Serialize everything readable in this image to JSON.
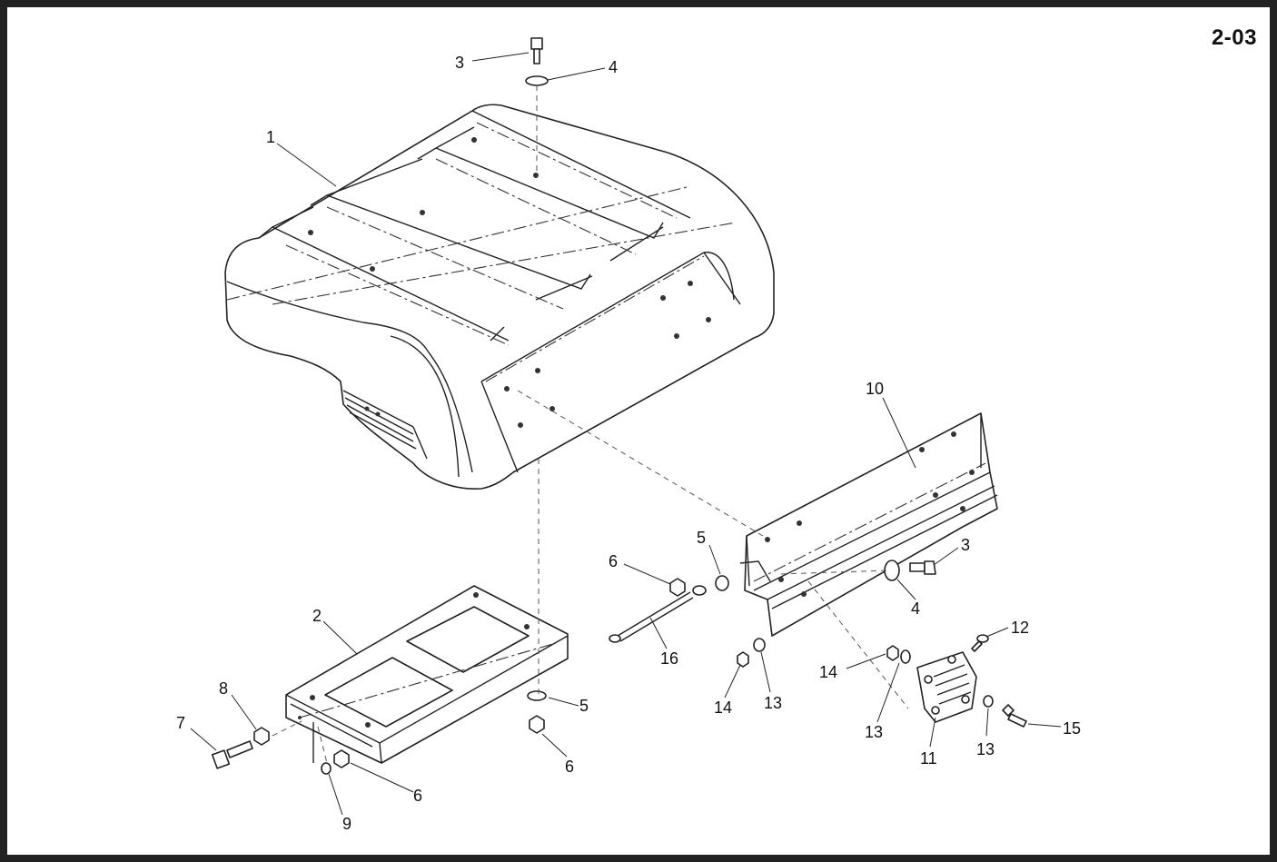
{
  "page": {
    "code": "2-03"
  },
  "callouts": {
    "c1": "1",
    "c2": "2",
    "c3a": "3",
    "c3b": "3",
    "c4a": "4",
    "c4b": "4",
    "c5a": "5",
    "c5b": "5",
    "c6a": "6",
    "c6b": "6",
    "c6c": "6",
    "c7": "7",
    "c8": "8",
    "c9": "9",
    "c10": "10",
    "c11": "11",
    "c12": "12",
    "c13a": "13",
    "c13b": "13",
    "c13c": "13",
    "c14a": "14",
    "c14b": "14",
    "c15": "15",
    "c16": "16"
  },
  "colors": {
    "frame": "#222222",
    "line": "#222222",
    "background": "#ffffff"
  }
}
